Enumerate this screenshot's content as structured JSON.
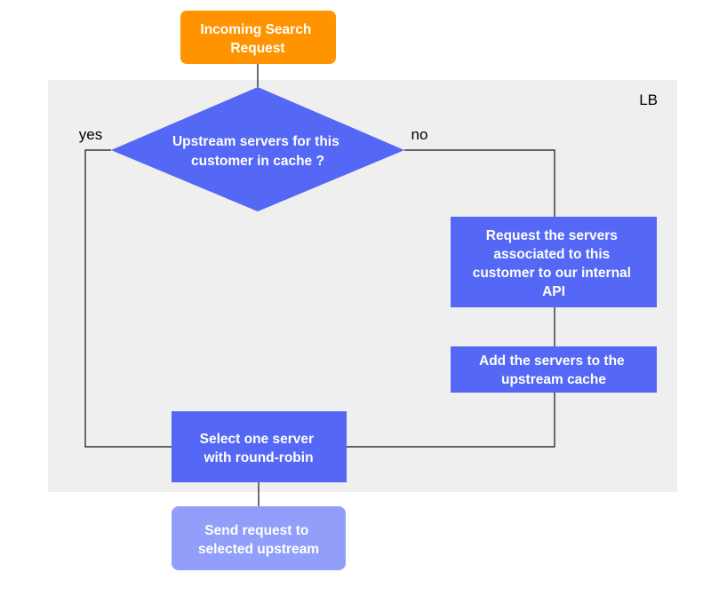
{
  "colors": {
    "start": "#ff9300",
    "process": "#5468f5",
    "decision": "#5468f5",
    "end": "#929ffa",
    "region_bg": "#efefef",
    "line": "#111111",
    "node_text": "#ffffff"
  },
  "region": {
    "label": "LB"
  },
  "nodes": {
    "start": {
      "lines": [
        "Incoming Search",
        "Request"
      ]
    },
    "decision": {
      "lines": [
        "Upstream servers for this",
        "customer in cache ?"
      ]
    },
    "request_servers": {
      "lines": [
        "Request the servers",
        "associated to this",
        "customer to our internal",
        "API"
      ]
    },
    "add_servers": {
      "lines": [
        "Add the servers to the",
        "upstream cache"
      ]
    },
    "select_server": {
      "lines": [
        "Select one server",
        "with round-robin"
      ]
    },
    "send_request": {
      "lines": [
        "Send request to",
        "selected upstream"
      ]
    }
  },
  "edges": {
    "yes_label": "yes",
    "no_label": "no"
  }
}
